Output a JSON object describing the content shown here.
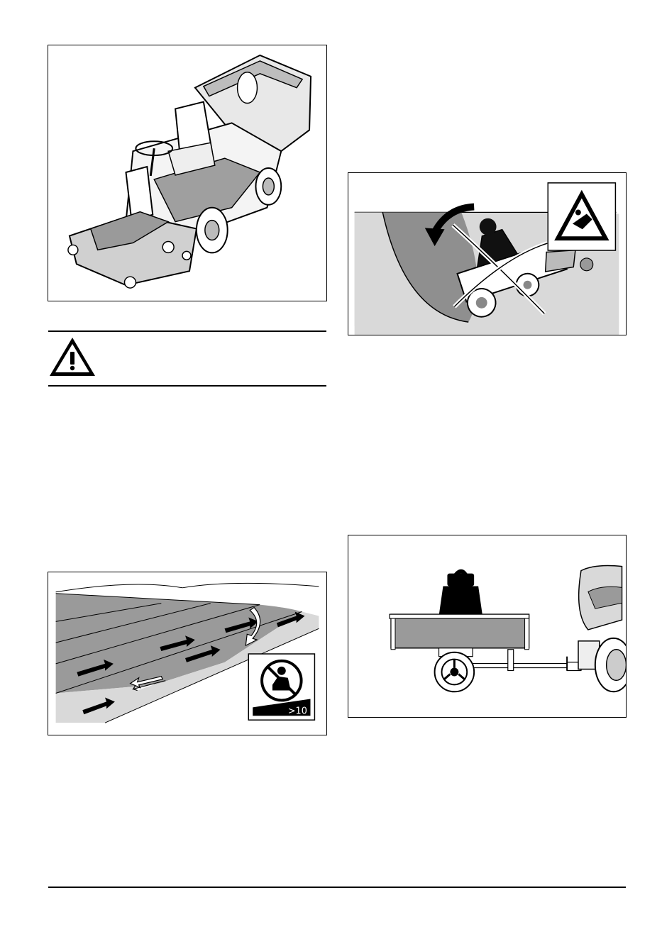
{
  "page": {
    "figures": [
      {
        "id": "mower-with-collector",
        "icon": "ride-on-mower-illustration"
      },
      {
        "id": "ditch-tipping",
        "icon": "tipping-hazard-illustration",
        "inset_icon": "tip-over-warning-icon"
      },
      {
        "id": "slope-mowing",
        "icon": "slope-mowing-illustration",
        "inset_icon": "no-slope-over-10-icon",
        "inset_label": ">10"
      },
      {
        "id": "trailer-towing",
        "icon": "trailer-towing-illustration"
      }
    ],
    "warning": {
      "icon": "warning-triangle-icon"
    },
    "colors": {
      "ink": "#000000",
      "shade_dark": "#9a9a9a",
      "shade_light": "#d6d6d6"
    }
  }
}
